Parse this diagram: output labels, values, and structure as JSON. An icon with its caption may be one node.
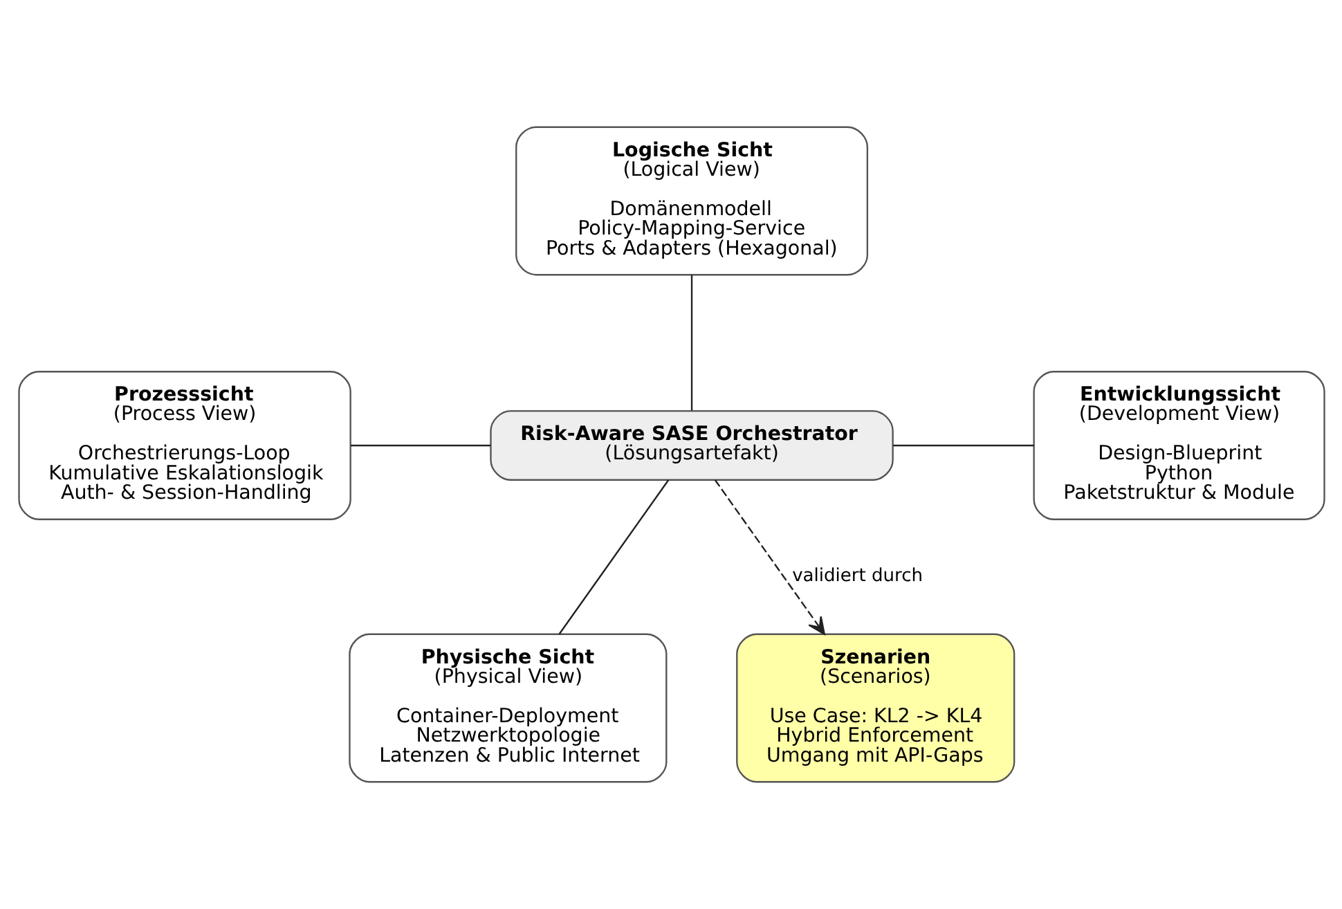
{
  "diagram": {
    "nodes": [
      {
        "text": [
          "Logische Sicht",
          "(Logical View)",
          "Domänenmodell",
          "Policy-Mapping-Service",
          "Ports & Adapters (Hexagonal)"
        ]
      },
      {
        "text": [
          "Prozesssicht",
          "(Process View)",
          "Orchestrierungs-Loop",
          "Kumulative Eskalationslogik",
          "Auth- & Session-Handling"
        ]
      },
      {
        "text": [
          "Risk-Aware SASE Orchestrator",
          "(Lösungsartefakt)"
        ]
      },
      {
        "text": [
          "Entwicklungssicht",
          "(Development View)",
          "Design-Blueprint",
          "Python",
          "Paketstruktur & Module"
        ]
      },
      {
        "text": [
          "Physische Sicht",
          "(Physical View)",
          "Container-Deployment",
          "Netzwerktopologie",
          "Latenzen & Public Internet"
        ]
      },
      {
        "text": [
          "Szenarien",
          "(Scenarios)",
          "Use Case: KL2 -> KL4",
          "Hybrid Enforcement",
          "Umgang mit API-Gaps"
        ]
      }
    ],
    "edges": [
      {
        "from": 0,
        "to": 2,
        "arrow": "none"
      },
      {
        "from": 1,
        "to": 2,
        "arrow": "none"
      },
      {
        "from": 2,
        "to": 3,
        "arrow": "none"
      },
      {
        "from": 2,
        "to": 4,
        "arrow": "none"
      },
      {
        "from": 2,
        "to": 5,
        "arrow": "to",
        "style": "dashed",
        "label": "validiert durch"
      }
    ]
  }
}
